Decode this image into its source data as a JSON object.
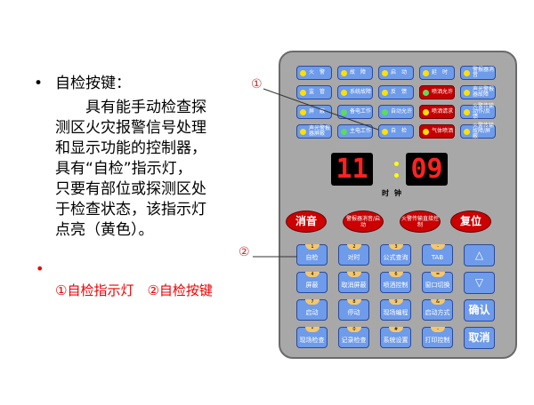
{
  "slide": {
    "bullet": "•",
    "title": "自检按键：",
    "paragraph": [
      "　　具有能手动检查探",
      "测区火灾报警信号处理",
      "和显示功能的控制器，",
      "具有“自检”指示灯，",
      "只要有部位或探测区处",
      "于检查状态，该指示灯",
      "点亮（黄色）。"
    ],
    "red_bullet": "•",
    "legend": "①自检指示灯　②自检按键",
    "marker1": "①",
    "marker2": "②"
  },
  "indicators": [
    {
      "label": "火　警",
      "led": "#ffe000",
      "red": false
    },
    {
      "label": "故　障",
      "led": "#ffe000",
      "red": false
    },
    {
      "label": "启　动",
      "led": "#ffe000",
      "red": false
    },
    {
      "label": "延　时",
      "led": "#ffe000",
      "red": false
    },
    {
      "label": "警报器消音",
      "led": "#ffe000",
      "red": false
    },
    {
      "label": "监　管",
      "led": "#ffe000",
      "red": false
    },
    {
      "label": "系统故障",
      "led": "#ffe000",
      "red": false
    },
    {
      "label": "反　馈",
      "led": "#ffe000",
      "red": false
    },
    {
      "label": "喷洒允许",
      "led": "#5cdc5c",
      "red": true
    },
    {
      "label": "声光警报器故障",
      "led": "#ffe000",
      "red": false
    },
    {
      "label": "屏　蔽",
      "led": "#ffe000",
      "red": false
    },
    {
      "label": "备电工作",
      "led": "#5cdc5c",
      "red": false
    },
    {
      "label": "自动允许",
      "led": "#5cdc5c",
      "red": false
    },
    {
      "label": "喷洒请求",
      "led": "#ffe000",
      "red": true
    },
    {
      "label": "火警传输动作/反馈",
      "led": "#ffe000",
      "red": false
    },
    {
      "label": "声光警报器屏蔽",
      "led": "#ffe000",
      "red": false
    },
    {
      "label": "主电工作",
      "led": "#5cdc5c",
      "red": false
    },
    {
      "label": "自　检",
      "led": "#ffe000",
      "red": false
    },
    {
      "label": "气体喷洒",
      "led": "#ffe000",
      "red": true
    },
    {
      "label": "火警传输故障/屏蔽",
      "led": "#ffe000",
      "red": false
    }
  ],
  "clock": {
    "hours": "11",
    "minutes": "09",
    "label": "时钟"
  },
  "ovals": [
    "消音",
    "警报器消音/启动",
    "火警传输直接控制",
    "复位"
  ],
  "keys": [
    {
      "num": "1",
      "label": "自检"
    },
    {
      "num": "2",
      "label": "对时"
    },
    {
      "num": "3",
      "label": "公式查询"
    },
    {
      "num": "-",
      "label": "TAB"
    },
    {
      "num": "4",
      "label": "屏蔽"
    },
    {
      "num": "5",
      "label": "取消屏蔽"
    },
    {
      "num": "6",
      "label": "喷洒控制"
    },
    {
      "num": "=",
      "label": "窗口切换"
    },
    {
      "num": "7",
      "label": "启动"
    },
    {
      "num": "8",
      "label": "停动"
    },
    {
      "num": "9",
      "label": "现场编程"
    },
    {
      "num": "&",
      "label": "启动方式"
    },
    {
      "num": "*",
      "label": "现场检查"
    },
    {
      "num": "0",
      "label": "记录检查"
    },
    {
      "num": "#",
      "label": "系统设置"
    },
    {
      "num": "-",
      "label": "打印控制"
    }
  ],
  "side_keys": [
    "△",
    "▽",
    "确认",
    "取消"
  ]
}
